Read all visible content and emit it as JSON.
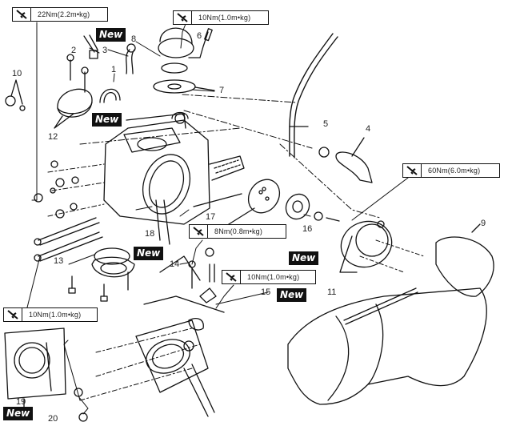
{
  "diagram": {
    "title": "Engine exploded view — cylinder head / thermostat / cylinder",
    "torque_specs": [
      {
        "id": "t1",
        "text": "22Nm(2.2m•kg)"
      },
      {
        "id": "t2",
        "text": "10Nm(1.0m•kg)"
      },
      {
        "id": "t3",
        "text": "60Nm(6.0m•kg)"
      },
      {
        "id": "t4",
        "text": "8Nm(0.8m•kg)"
      },
      {
        "id": "t5",
        "text": "10Nm(1.0m•kg)"
      },
      {
        "id": "t6",
        "text": "10Nm(1.0m•kg)"
      }
    ],
    "new_badges": [
      {
        "id": "n1",
        "text": "New"
      },
      {
        "id": "n2",
        "text": "New"
      },
      {
        "id": "n3",
        "text": "New"
      },
      {
        "id": "n4",
        "text": "New"
      },
      {
        "id": "n5",
        "text": "New"
      },
      {
        "id": "n6",
        "text": "New"
      }
    ],
    "callouts": [
      "1",
      "2",
      "3",
      "4",
      "5",
      "6",
      "7",
      "8",
      "9",
      "10",
      "11",
      "12",
      "13",
      "14",
      "15",
      "16",
      "17",
      "18",
      "19",
      "20"
    ],
    "icons": {
      "torque": "torque-wrench-icon"
    }
  }
}
